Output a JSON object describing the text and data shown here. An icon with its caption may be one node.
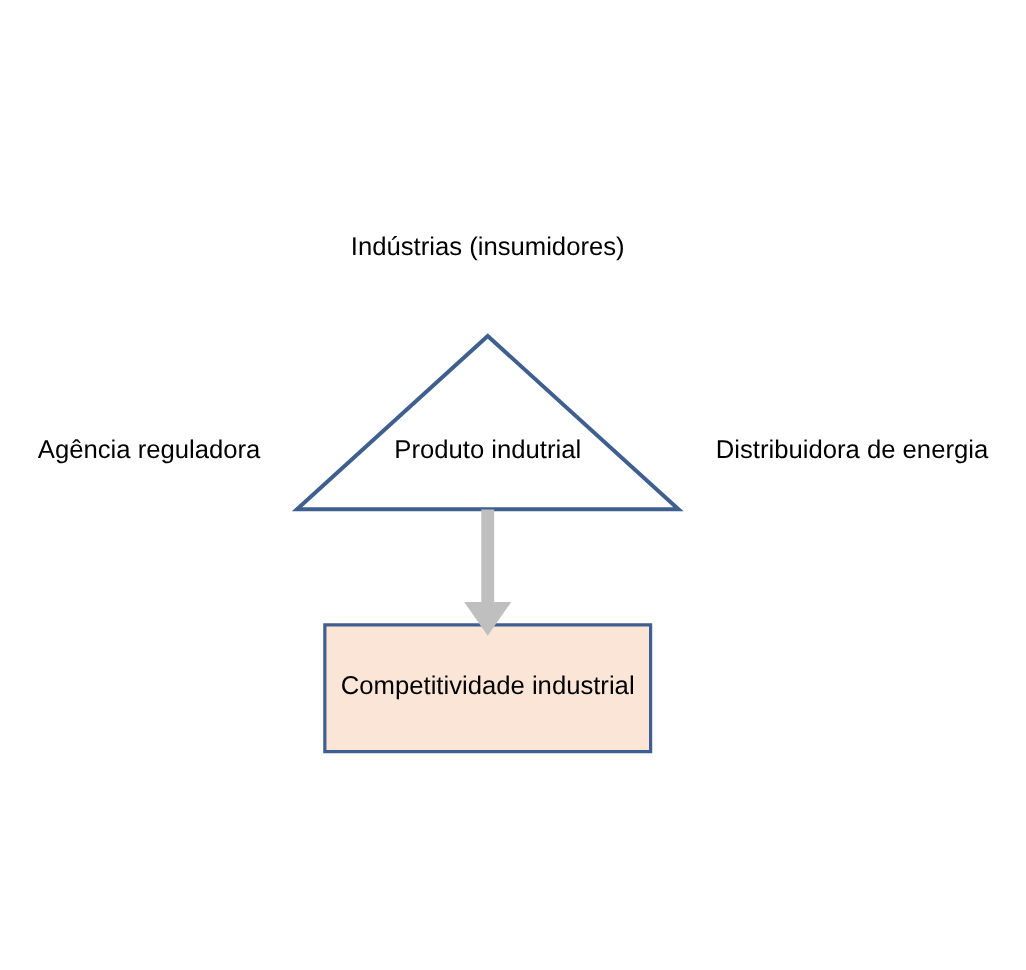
{
  "diagram": {
    "nodes": [
      {
        "text": [
          "Produto indutrial"
        ]
      },
      {
        "text": [
          "Competitividade industrial"
        ]
      }
    ],
    "edges": [
      {
        "from": 0,
        "to": 1,
        "arrow": "to",
        "color": "#bfbfbf"
      }
    ],
    "labels": [
      "Indústrias (insumidores)",
      "Agência reguladora",
      "Distribuidora de energia"
    ]
  }
}
